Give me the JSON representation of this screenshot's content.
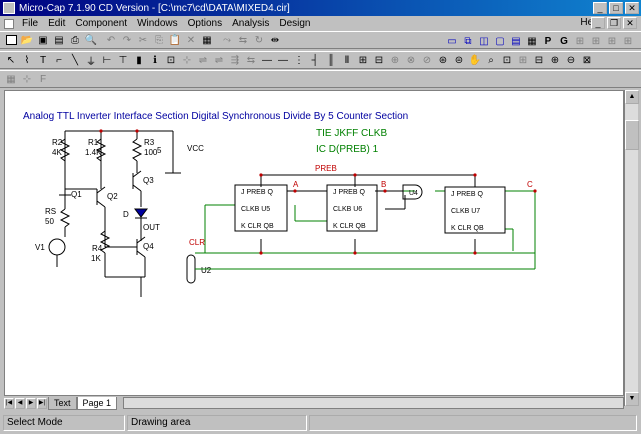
{
  "window": {
    "title": "Micro-Cap 7.1.90 CD Version - [C:\\mc7\\cd\\DATA\\MIXED4.cir]"
  },
  "menu": {
    "items": [
      "File",
      "Edit",
      "Component",
      "Windows",
      "Options",
      "Analysis",
      "Design"
    ],
    "help": "Help"
  },
  "circuit": {
    "heading": "Analog TTL Inverter Interface Section  Digital Synchronous Divide By 5 Counter Section",
    "tie_label": "TIE JKFF CLKB",
    "ic_label": "IC D(PREB) 1",
    "resistors": {
      "r2": "R2",
      "r2v": "4K",
      "r1": "R1",
      "r1v": "1.4K",
      "r3": "R3",
      "r3v": "100",
      "rs": "RS",
      "rsv": "50",
      "r4": "R4",
      "r4v": "1K"
    },
    "vcc": "VCC",
    "v5": "5",
    "q3": "Q3",
    "q2": "Q2",
    "q1": "Q1",
    "q4": "Q4",
    "d": "D",
    "out": "OUT",
    "v1": "V1",
    "clr": "CLR",
    "u2": "U2",
    "u4": "U4",
    "preb_net": "PREB",
    "a_net": "A",
    "b_net": "B",
    "c_net": "C",
    "ff1": {
      "pre": "J PREB Q",
      "clk": "CLKB U5",
      "k": "K CLR QB"
    },
    "ff2": {
      "pre": "J PREB Q",
      "clk": "CLKB U6",
      "k": "K CLR QB"
    },
    "ff3": {
      "pre": "J PREB Q",
      "clk": "CLKB U7",
      "k": "K CLR QB"
    }
  },
  "tabs": [
    {
      "label": "Text"
    },
    {
      "label": "Page 1"
    }
  ],
  "status": {
    "mode": "Select Mode",
    "area": "Drawing area"
  },
  "toolbar": {
    "right1": [
      "P",
      "G"
    ]
  },
  "colors": {
    "title_start": "#000080",
    "title_end": "#1084d0",
    "text_blue": "#0000a0",
    "text_green": "#008000",
    "wire_green": "#008000",
    "red": "#c00000"
  }
}
